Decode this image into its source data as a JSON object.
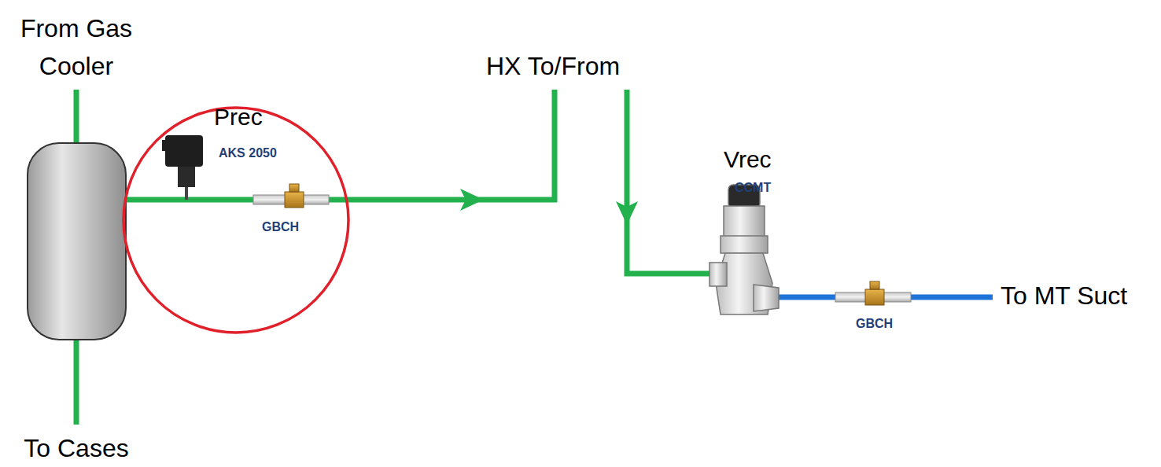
{
  "diagram": {
    "nodes": [
      {
        "text": [
          "Prec",
          "AKS 2050",
          "GBCH"
        ]
      }
    ],
    "labels": [
      "From Gas Cooler",
      "HX To/From",
      "Vrec",
      "CCMT",
      "GBCH",
      "To MT Suct",
      "To Cases"
    ]
  }
}
